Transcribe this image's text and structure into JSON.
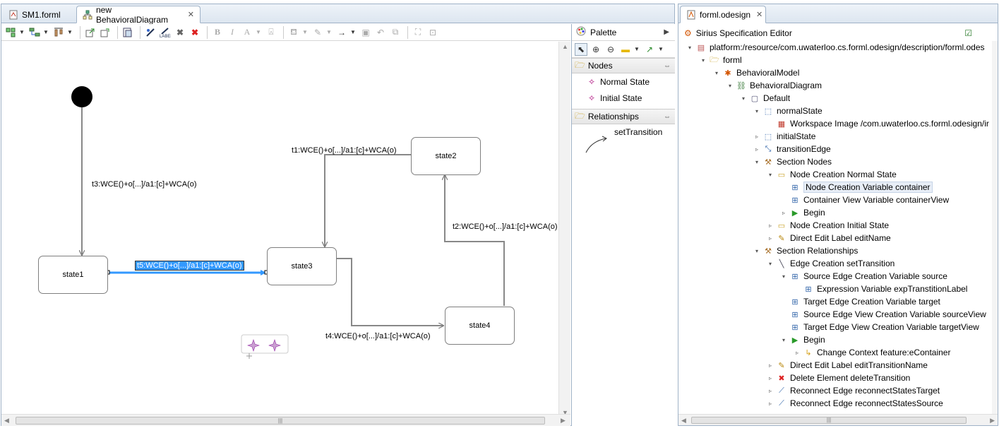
{
  "editor": {
    "tabs": [
      {
        "label": "SM1.forml",
        "active": false
      },
      {
        "label": "new BehavioralDiagram",
        "active": true
      }
    ],
    "diagram": {
      "nodes": [
        {
          "id": "state1",
          "label": "state1"
        },
        {
          "id": "state2",
          "label": "state2"
        },
        {
          "id": "state3",
          "label": "state3"
        },
        {
          "id": "state4",
          "label": "state4"
        }
      ],
      "edge_labels": {
        "t1": "t1:WCE()+o[...]/a1:[c]+WCA(o)",
        "t2": "t2:WCE()+o[...]/a1:[c]+WCA(o)",
        "t3": "t3:WCE()+o[...]/a1:[c]+WCA(o)",
        "t4": "t4:WCE()+o[...]/a1:[c]+WCA(o)",
        "t5": "t5:WCE()+o[...]/a1:[c]+WCA(o)"
      },
      "selection_color": "#3399ff"
    }
  },
  "palette": {
    "title": "Palette",
    "drawers": [
      {
        "label": "Nodes",
        "items": [
          "Normal State",
          "Initial State"
        ]
      },
      {
        "label": "Relationships",
        "items": [
          "setTransition"
        ]
      }
    ]
  },
  "spec": {
    "tab_label": "forml.odesign",
    "header": "Sirius Specification Editor",
    "tree": [
      {
        "label": "platform:/resource/com.uwaterloo.cs.forml.odesign/description/forml.odes",
        "twisty": "▾",
        "icon": "resource-icon"
      },
      {
        "label": "forml",
        "twisty": "▾",
        "icon": "folder-icon"
      },
      {
        "label": "BehavioralModel",
        "twisty": "▾",
        "icon": "viewpoint-icon"
      },
      {
        "label": "BehavioralDiagram",
        "twisty": "▾",
        "icon": "diagram-icon"
      },
      {
        "label": "Default",
        "twisty": "▾",
        "icon": "layer-icon"
      },
      {
        "label": "normalState",
        "twisty": "▾",
        "icon": "node-mapping-icon"
      },
      {
        "label": "Workspace Image /com.uwaterloo.cs.forml.odesign/ir",
        "twisty": "",
        "icon": "image-icon"
      },
      {
        "label": "initialState",
        "twisty": "▹",
        "icon": "node-mapping-icon"
      },
      {
        "label": "transitionEdge",
        "twisty": "▹",
        "icon": "edge-mapping-icon"
      },
      {
        "label": "Section Nodes",
        "twisty": "▾",
        "icon": "section-icon"
      },
      {
        "label": "Node Creation Normal State",
        "twisty": "▾",
        "icon": "node-creation-icon"
      },
      {
        "label": "Node Creation Variable container",
        "twisty": "",
        "icon": "variable-icon",
        "selected": true
      },
      {
        "label": "Container View Variable containerView",
        "twisty": "",
        "icon": "variable-icon"
      },
      {
        "label": "Begin",
        "twisty": "▹",
        "icon": "begin-icon"
      },
      {
        "label": "Node Creation Initial State",
        "twisty": "▹",
        "icon": "node-creation-icon"
      },
      {
        "label": "Direct Edit Label editName",
        "twisty": "▹",
        "icon": "edit-icon"
      },
      {
        "label": "Section Relationships",
        "twisty": "▾",
        "icon": "section-icon"
      },
      {
        "label": "Edge Creation setTransition",
        "twisty": "▾",
        "icon": "edge-creation-icon"
      },
      {
        "label": "Source Edge Creation Variable source",
        "twisty": "▾",
        "icon": "variable-icon"
      },
      {
        "label": "Expression Variable expTranstitionLabel",
        "twisty": "",
        "icon": "variable-icon"
      },
      {
        "label": "Target Edge Creation Variable target",
        "twisty": "",
        "icon": "variable-icon"
      },
      {
        "label": "Source Edge View Creation Variable sourceView",
        "twisty": "",
        "icon": "variable-icon"
      },
      {
        "label": "Target Edge View Creation Variable targetView",
        "twisty": "",
        "icon": "variable-icon"
      },
      {
        "label": "Begin",
        "twisty": "▾",
        "icon": "begin-icon"
      },
      {
        "label": "Change Context feature:eContainer",
        "twisty": "▹",
        "icon": "change-context-icon"
      },
      {
        "label": "Direct Edit Label editTransitionName",
        "twisty": "▹",
        "icon": "edit-icon"
      },
      {
        "label": "Delete Element deleteTransition",
        "twisty": "▹",
        "icon": "delete-icon"
      },
      {
        "label": "Reconnect Edge reconnectStatesTarget",
        "twisty": "▹",
        "icon": "reconnect-icon"
      },
      {
        "label": "Reconnect Edge reconnectStatesSource",
        "twisty": "▹",
        "icon": "reconnect-icon"
      }
    ]
  }
}
